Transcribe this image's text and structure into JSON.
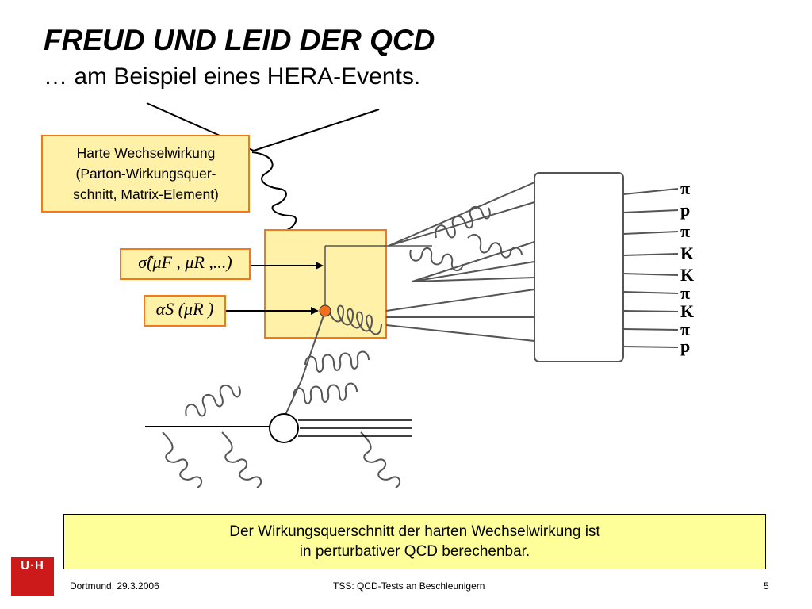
{
  "slide": {
    "title": "FREUD UND LEID DER QCD",
    "subtitle": "… am Beispiel eines HERA-Events."
  },
  "diagram": {
    "hard_box_lines": [
      "Harte Wechselwirkung",
      "(Parton-Wirkungsquer-",
      "schnitt, Matrix-Element)"
    ],
    "sigma_formula": "σ̂(μF , μR ,...)",
    "alpha_formula": "αS (μR )",
    "particles": [
      "π",
      "p",
      "π",
      "K",
      "K",
      "π",
      "K",
      "π",
      "p"
    ],
    "colors": {
      "box_border": "#f07a1a",
      "box_fill": "#fff1a8",
      "vertex": "#f07020"
    }
  },
  "bottom_box": {
    "line1": "Der Wirkungsquerschnitt der harten Wechselwirkung ist",
    "line2": "in perturbativer QCD berechenbar."
  },
  "footer": {
    "left": "Dortmund, 29.3.2006",
    "center": "TSS: QCD-Tests an Beschleunigern",
    "page": "5",
    "logo": "U·H"
  }
}
